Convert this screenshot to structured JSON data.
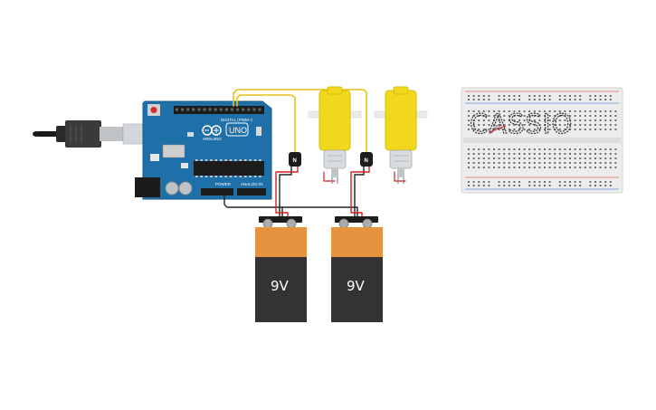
{
  "arduino": {
    "brand": "ARDUINO",
    "model": "UNO",
    "digital_label": "DIGITAL (PWM~)",
    "power_label": "POWER",
    "analog_label": "ANALOG IN"
  },
  "transistors": [
    {
      "label": "N"
    },
    {
      "label": "N"
    }
  ],
  "batteries": [
    {
      "label": "9V"
    },
    {
      "label": "9V"
    }
  ],
  "breadboard": {
    "text": "CASSIO"
  },
  "colors": {
    "board_blue": "#1f6fa8",
    "motor_yellow": "#f2d81c",
    "battery_orange": "#e5933f",
    "battery_dark": "#333333",
    "wire_yellow": "#e8c21a",
    "wire_red": "#d11f1f",
    "wire_black": "#222222"
  }
}
